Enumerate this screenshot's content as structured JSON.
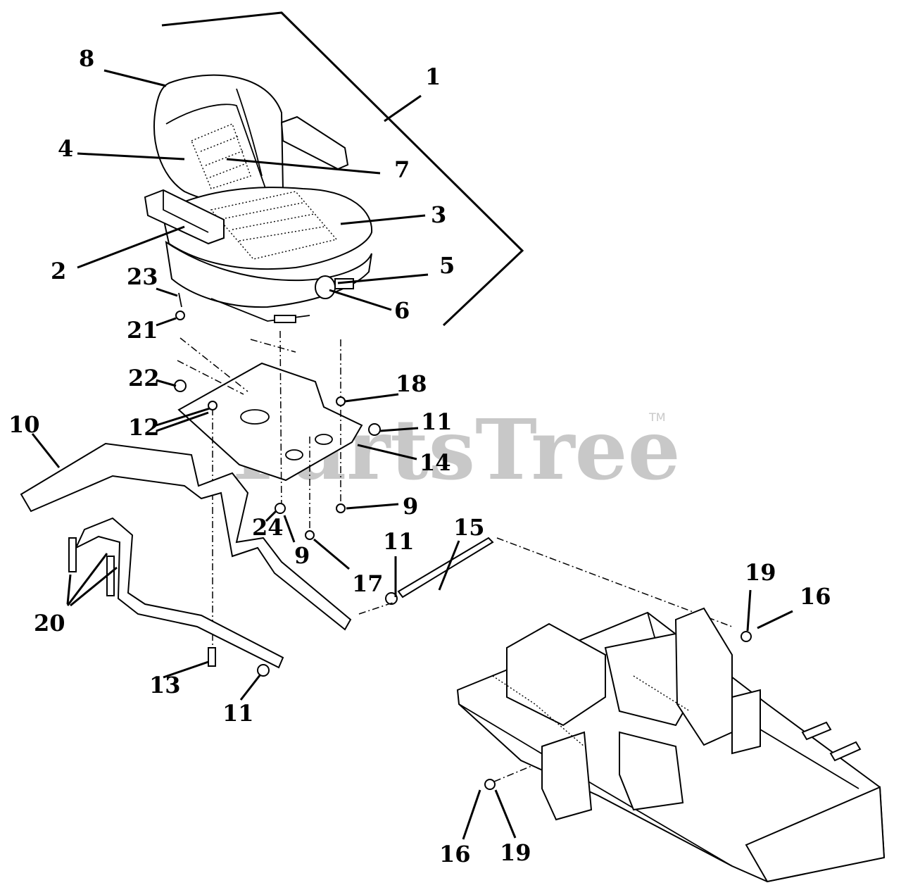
{
  "watermark": {
    "text": "PartsTree",
    "tm": "TM"
  },
  "callouts": [
    {
      "id": "c8",
      "label": "8"
    },
    {
      "id": "c1",
      "label": "1"
    },
    {
      "id": "c4",
      "label": "4"
    },
    {
      "id": "c7",
      "label": "7"
    },
    {
      "id": "c3",
      "label": "3"
    },
    {
      "id": "c2",
      "label": "2"
    },
    {
      "id": "c5",
      "label": "5"
    },
    {
      "id": "c23",
      "label": "23"
    },
    {
      "id": "c6",
      "label": "6"
    },
    {
      "id": "c21",
      "label": "21"
    },
    {
      "id": "c22",
      "label": "22"
    },
    {
      "id": "c18",
      "label": "18"
    },
    {
      "id": "c10",
      "label": "10"
    },
    {
      "id": "c12",
      "label": "12"
    },
    {
      "id": "c11a",
      "label": "11"
    },
    {
      "id": "c14",
      "label": "14"
    },
    {
      "id": "c9a",
      "label": "9"
    },
    {
      "id": "c24",
      "label": "24"
    },
    {
      "id": "c9b",
      "label": "9"
    },
    {
      "id": "c15",
      "label": "15"
    },
    {
      "id": "c11b",
      "label": "11"
    },
    {
      "id": "c17",
      "label": "17"
    },
    {
      "id": "c19a",
      "label": "19"
    },
    {
      "id": "c16a",
      "label": "16"
    },
    {
      "id": "c20",
      "label": "20"
    },
    {
      "id": "c13",
      "label": "13"
    },
    {
      "id": "c11c",
      "label": "11"
    },
    {
      "id": "c16b",
      "label": "16"
    },
    {
      "id": "c19b",
      "label": "19"
    }
  ]
}
